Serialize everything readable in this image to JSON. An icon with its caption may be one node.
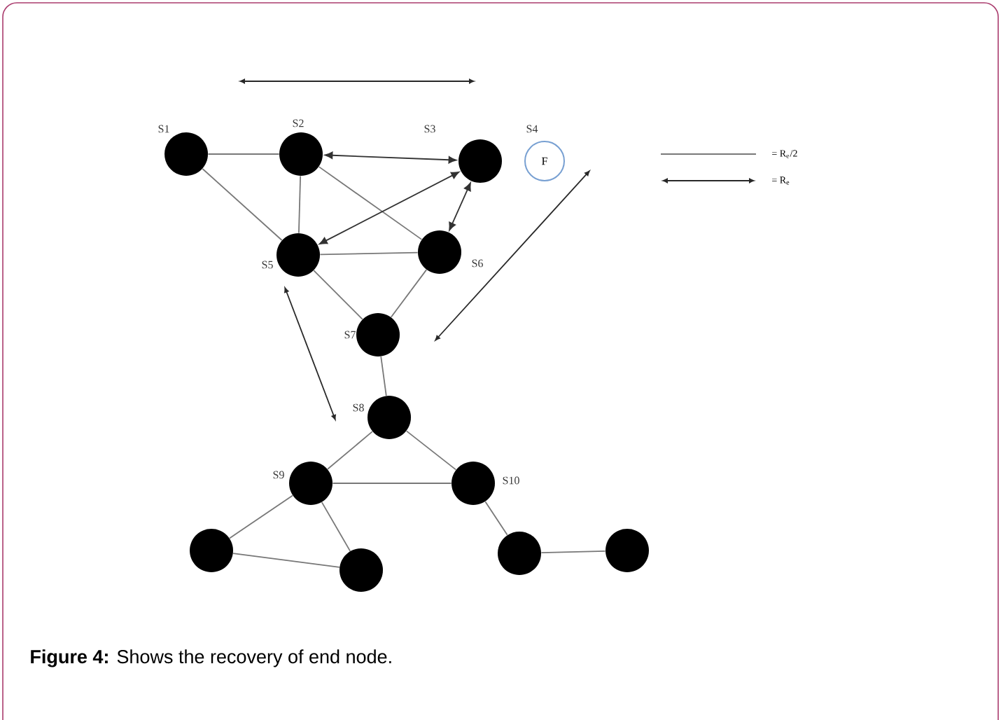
{
  "diagram": {
    "caption": "**Figure 4:** Shows the recovery of end node.",
    "nodes": [
      {
        "text": [],
        "shape": "circle",
        "beside": [
          "S1"
        ]
      },
      {
        "text": [],
        "shape": "circle",
        "beside": [
          "S2"
        ]
      },
      {
        "text": [],
        "shape": "circle",
        "beside": [
          "S3"
        ]
      },
      {
        "text": [
          "F"
        ],
        "beside": [
          "S4"
        ]
      },
      {
        "text": [],
        "shape": "circle",
        "beside": [
          "S5"
        ]
      },
      {
        "text": [],
        "shape": "circle",
        "beside": [
          "S6"
        ]
      },
      {
        "text": [],
        "shape": "circle",
        "beside": [
          "S7"
        ]
      },
      {
        "text": [],
        "shape": "circle",
        "beside": [
          "S8"
        ]
      },
      {
        "text": [],
        "shape": "circle",
        "beside": [
          "S9"
        ]
      },
      {
        "text": [],
        "shape": "circle",
        "beside": [
          "S10"
        ]
      },
      {
        "text": [],
        "shape": "circle"
      },
      {
        "text": [],
        "shape": "circle"
      },
      {
        "text": [],
        "shape": "circle"
      },
      {
        "text": [],
        "shape": "circle"
      }
    ],
    "edges": [
      {
        "from": 0,
        "to": 1,
        "arrow": "none"
      },
      {
        "from": 0,
        "to": 4,
        "arrow": "none"
      },
      {
        "from": 1,
        "to": 4,
        "arrow": "none"
      },
      {
        "from": 1,
        "to": 5,
        "arrow": "none"
      },
      {
        "from": 2,
        "to": 1,
        "arrow": "both"
      },
      {
        "from": 2,
        "to": 4,
        "arrow": "both"
      },
      {
        "from": 2,
        "to": 5,
        "arrow": "both"
      },
      {
        "from": 4,
        "to": 5,
        "arrow": "none"
      },
      {
        "from": 4,
        "to": 6,
        "arrow": "none"
      },
      {
        "from": 5,
        "to": 6,
        "arrow": "none"
      },
      {
        "from": 6,
        "to": 7,
        "arrow": "none"
      },
      {
        "from": 7,
        "to": 8,
        "arrow": "none"
      },
      {
        "from": 7,
        "to": 9,
        "arrow": "none"
      },
      {
        "from": 8,
        "to": 9,
        "arrow": "none"
      },
      {
        "from": 8,
        "to": 10,
        "arrow": "none"
      },
      {
        "from": 8,
        "to": 11,
        "arrow": "none"
      },
      {
        "from": 10,
        "to": 11,
        "arrow": "none"
      },
      {
        "from": 9,
        "to": 12,
        "arrow": "none"
      },
      {
        "from": 12,
        "to": 13,
        "arrow": "none"
      }
    ],
    "legend": [
      {
        "text": "= R$_{e}$/2"
      },
      {
        "text": "= R$_{e}$"
      }
    ]
  }
}
